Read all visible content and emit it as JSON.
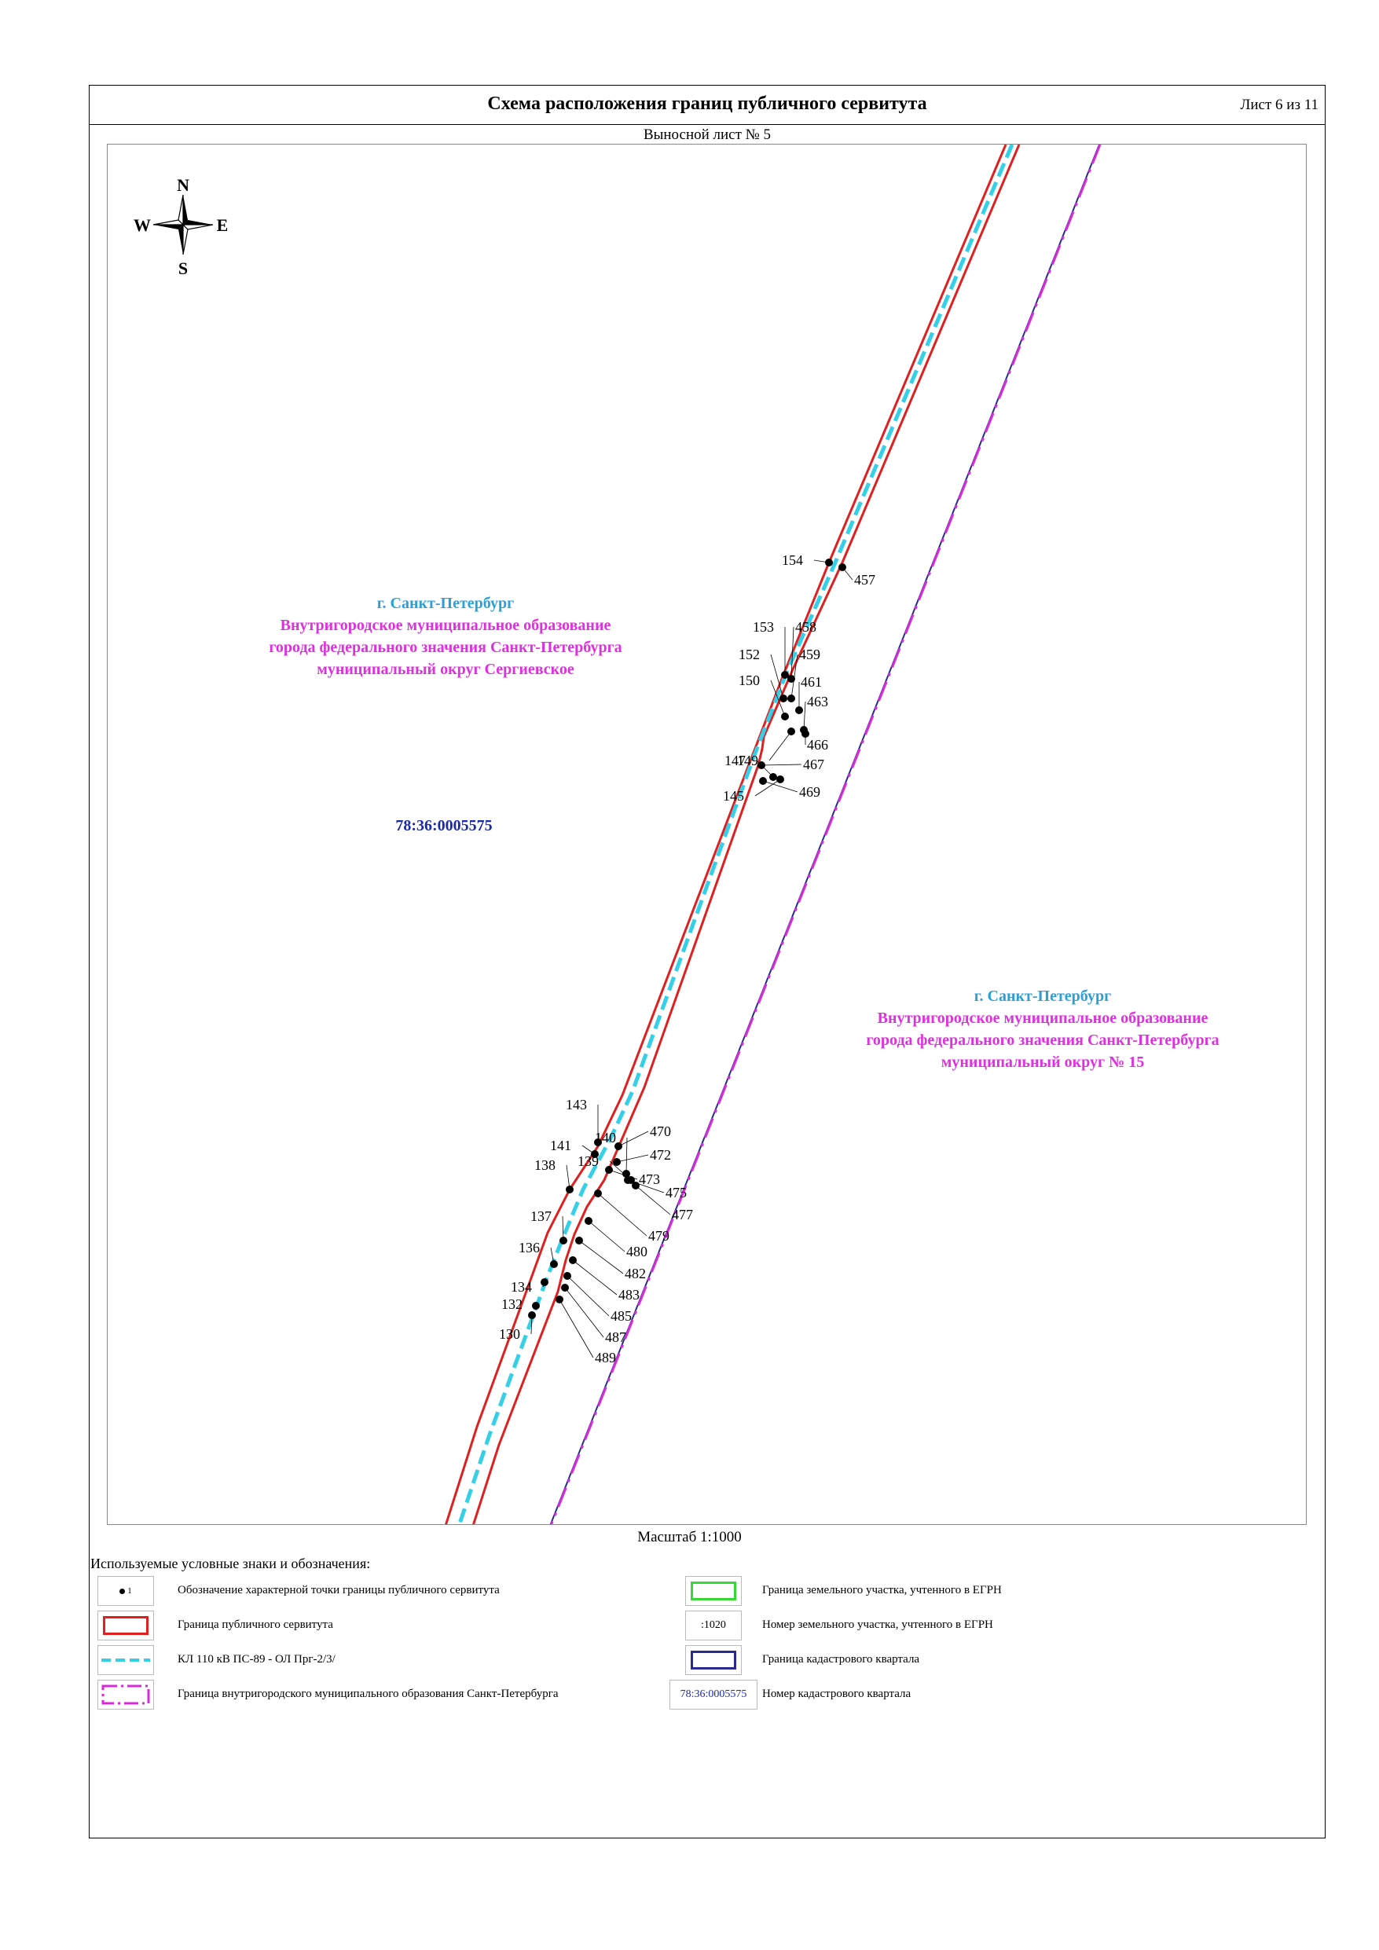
{
  "header": {
    "title": "Схема расположения границ публичного сервитута",
    "sheet_number": "Лист 6 из 11"
  },
  "map": {
    "subtitle": "Выносной лист № 5",
    "compass": {
      "n": "N",
      "s": "S",
      "w": "W",
      "e": "E"
    },
    "left_area": {
      "city": "г. Санкт-Петербург",
      "mo_line1": "Внутригородское муниципальное образование",
      "mo_line2": "города федерального значения Санкт-Петербурга",
      "mo_line3": "муниципальный округ Сергиевское"
    },
    "right_area": {
      "city": "г. Санкт-Петербург",
      "mo_line1": "Внутригородское муниципальное образование",
      "mo_line2": "города федерального значения Санкт-Петербурга",
      "mo_line3": "муниципальный округ № 15"
    },
    "cadastral_quarter": "78:36:0005575",
    "points_left": [
      "154",
      "153",
      "152",
      "150",
      "149",
      "147",
      "145",
      "143",
      "141",
      "140",
      "139",
      "138",
      "137",
      "136",
      "134",
      "132",
      "130"
    ],
    "points_right": [
      "457",
      "458",
      "459",
      "461",
      "463",
      "466",
      "467",
      "469",
      "470",
      "472",
      "473",
      "475",
      "477",
      "479",
      "480",
      "482",
      "483",
      "485",
      "487",
      "489"
    ],
    "colors": {
      "servitude_boundary": "#e02020",
      "cable_line": "#35d0e8",
      "mo_boundary": "#d82ad8",
      "quarter_boundary": "#2a2a90",
      "land_plot_boundary": "#38d838",
      "quarter_label": "#1a2aa8"
    }
  },
  "scale": "Масштаб 1:1000",
  "legend": {
    "heading": "Используемые условные знаки и обозначения:",
    "items": [
      {
        "symbol": "point",
        "label": "Обозначение характерной точки границы публичного сервитута"
      },
      {
        "symbol": "red-rect",
        "label": "Граница публичного сервитута"
      },
      {
        "symbol": "cyan-dash",
        "label": "КЛ 110 кВ ПС-89 - ОЛ Прг-2/3/"
      },
      {
        "symbol": "magenta-dashdot",
        "label": "Граница внутригородского муниципального образования Санкт-Петербурга"
      },
      {
        "symbol": "green-rect",
        "label": "Граница земельного участка, учтенного в ЕГРН"
      },
      {
        "symbol": "plot-number",
        "sample": ":1020",
        "label": "Номер земельного участка, учтенного в ЕГРН"
      },
      {
        "symbol": "blue-rect",
        "label": "Граница кадастрового квартала"
      },
      {
        "symbol": "quarter-number",
        "sample": "78:36:0005575",
        "label": "Номер кадастрового квартала"
      }
    ],
    "point_sample": "1"
  }
}
